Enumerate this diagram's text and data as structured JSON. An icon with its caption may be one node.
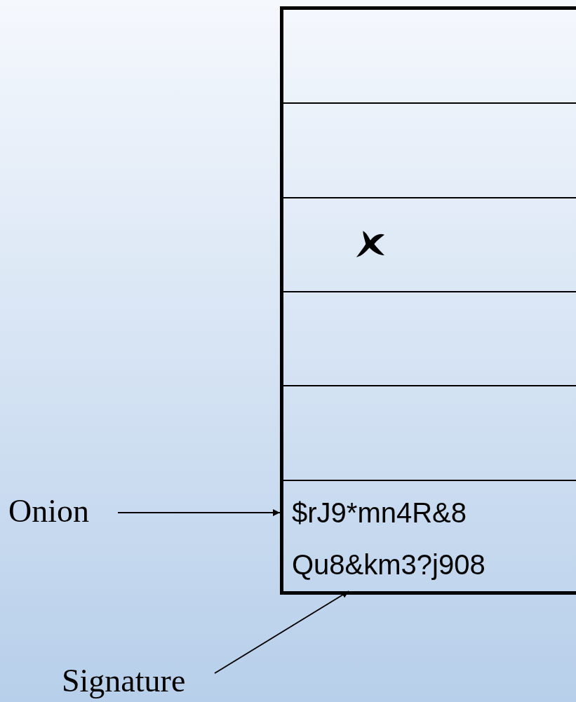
{
  "diagram": {
    "nodes": [
      {
        "text": [],
        "shape": "box"
      },
      {
        "text": [],
        "shape": "box"
      },
      {
        "text": [],
        "shape": "box"
      },
      {
        "text": [],
        "shape": "box"
      },
      {
        "text": [],
        "shape": "box"
      },
      {
        "text": [
          "$rJ9*mn4R&8",
          "Qu8&km3?j908"
        ]
      },
      {
        "text": [
          "Onion"
        ]
      },
      {
        "text": [
          "Signature"
        ]
      }
    ],
    "edges": [
      {
        "from": 6,
        "to": 5,
        "arrow": "to"
      },
      {
        "from": 7,
        "to": 5,
        "arrow": "to"
      }
    ]
  }
}
